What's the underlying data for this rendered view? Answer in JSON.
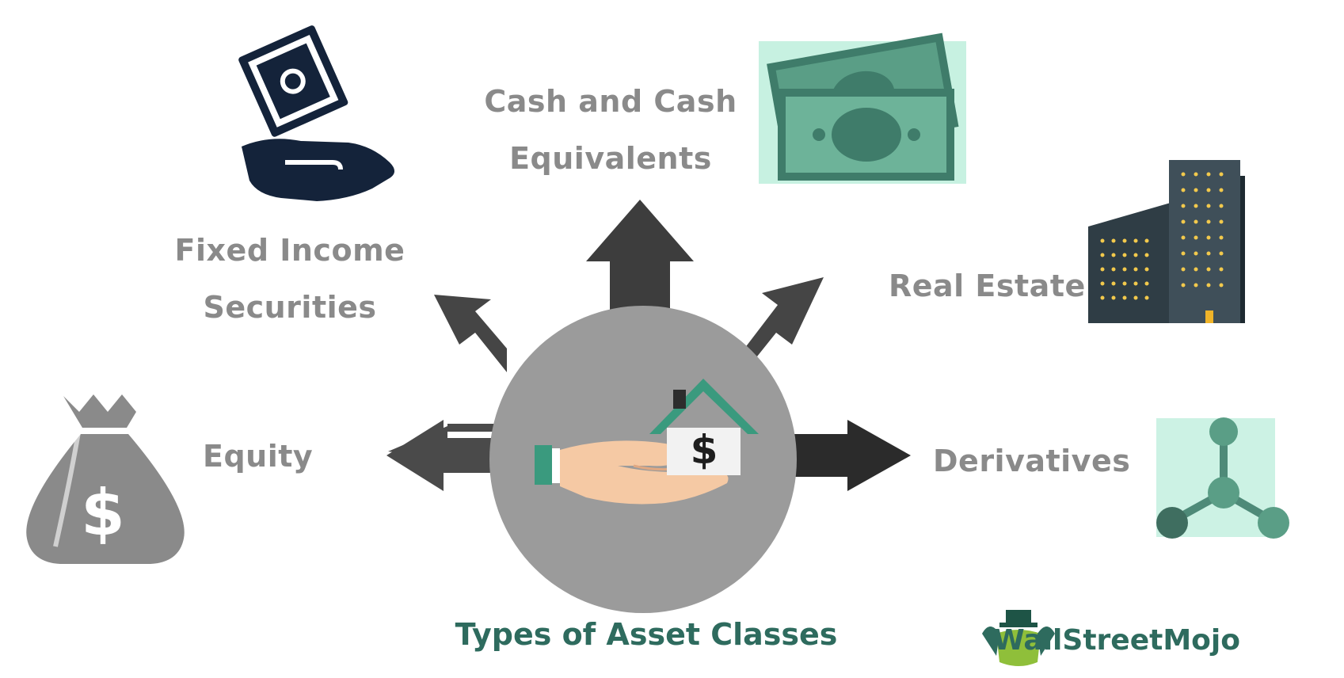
{
  "diagram": {
    "title": "Types of Asset Classes",
    "center_icon": "hand-holding-house-dollar-icon",
    "categories": [
      {
        "label_lines": [
          "Cash and Cash",
          "Equivalents"
        ],
        "icon": "banknotes-icon"
      },
      {
        "label_lines": [
          "Fixed Income",
          "Securities"
        ],
        "icon": "hand-receiving-money-icon"
      },
      {
        "label_lines": [
          "Real Estate"
        ],
        "icon": "office-buildings-icon"
      },
      {
        "label_lines": [
          "Equity"
        ],
        "icon": "money-bag-icon"
      },
      {
        "label_lines": [
          "Derivatives"
        ],
        "icon": "molecule-icon"
      }
    ]
  },
  "brand": {
    "name": "WallStreetMojo",
    "logo_icon": "wallstreetmojo-logo-icon"
  },
  "colors": {
    "label_gray": "#8a8a8a",
    "title_teal": "#2e6b5e",
    "circle_gray": "#9b9b9b",
    "arrow_dark": "#3d3d3d",
    "money_green": "#5a9e86",
    "navy": "#14233a"
  }
}
